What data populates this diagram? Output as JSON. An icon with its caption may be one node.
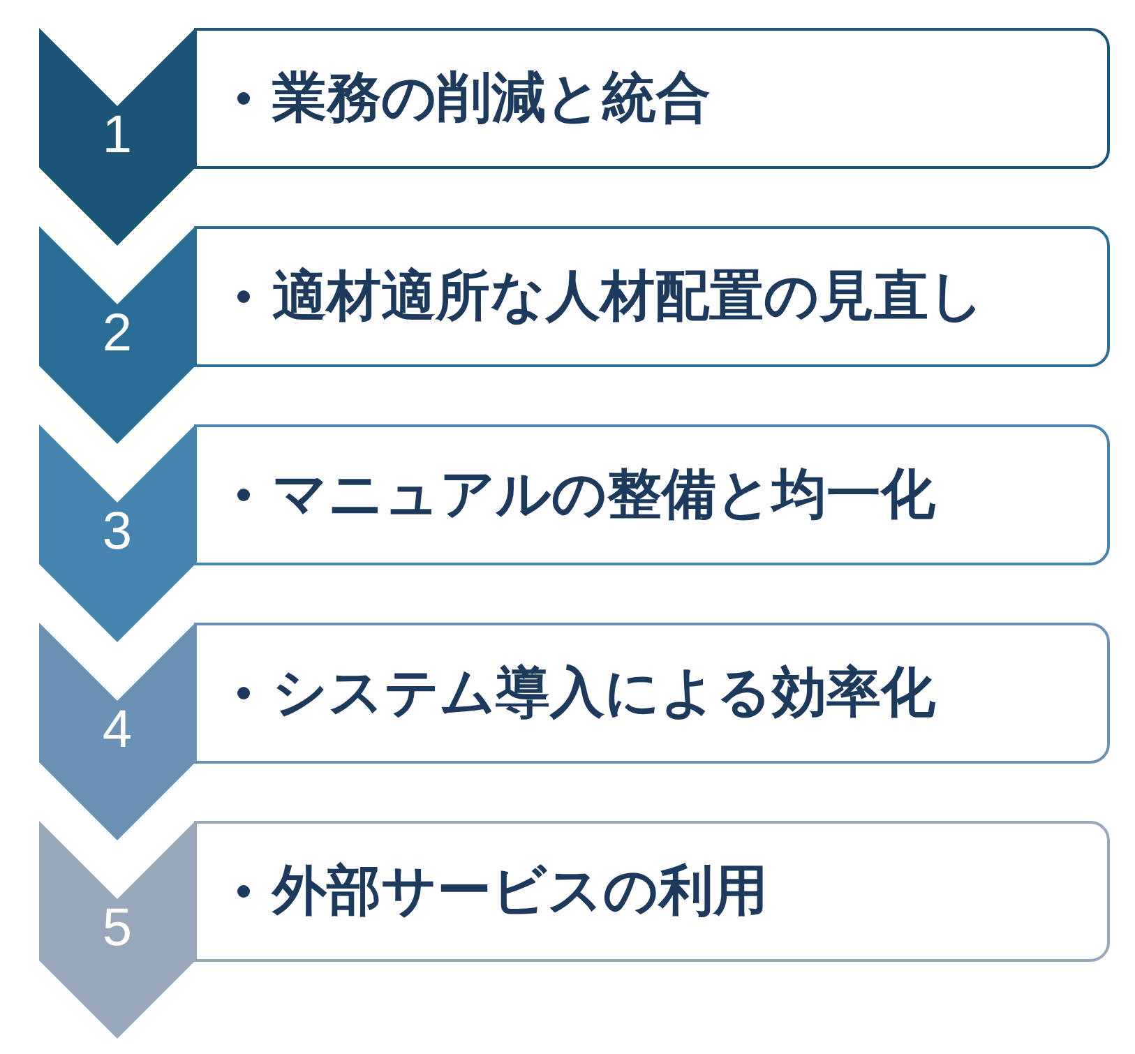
{
  "diagram": {
    "nodes": [
      {
        "text": [
          "1"
        ]
      },
      {
        "text": [
          "業務の削減と統合"
        ]
      },
      {
        "text": [
          "2"
        ]
      },
      {
        "text": [
          "適材適所な人材配置の見直し"
        ]
      },
      {
        "text": [
          "3"
        ]
      },
      {
        "text": [
          "マニュアルの整備と均一化"
        ]
      },
      {
        "text": [
          "4"
        ]
      },
      {
        "text": [
          "システム導入による効率化"
        ]
      },
      {
        "text": [
          "5"
        ]
      },
      {
        "text": [
          "外部サービスの利用"
        ]
      }
    ]
  }
}
